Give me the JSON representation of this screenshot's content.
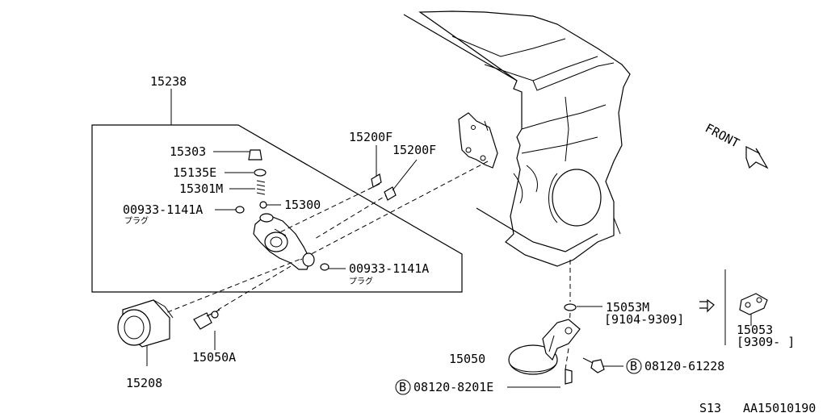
{
  "diagram": {
    "callouts": {
      "p15238": "15238",
      "p15303": "15303",
      "p15135e": "15135E",
      "p15301m": "15301M",
      "p00933_top": "00933-1141A",
      "p00933_top_sub": "プラグ",
      "p15300": "15300",
      "p15200f_a": "15200F",
      "p15200f_b": "15200F",
      "p00933_bottom": "00933-1141A",
      "p00933_bottom_sub": "プラグ",
      "p15208": "15208",
      "p15050a": "15050A",
      "p15053m": "15053M",
      "p15053m_range": "[9104-9309]",
      "p15053": "15053",
      "p15053_range": "[9309-   ]",
      "p15050": "15050",
      "p08120_61228": "08120-61228",
      "p08120_8201e": "08120-8201E",
      "b_marker_right": "B",
      "b_marker_left": "B"
    },
    "front_label": "FRONT",
    "footer": {
      "page_code": "S13",
      "diagram_id": "AA15010190"
    }
  }
}
